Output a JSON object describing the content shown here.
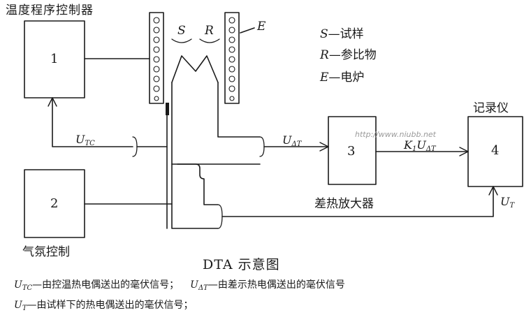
{
  "labels": {
    "temp_controller": "温度程序控制器",
    "gas_control": "气氛控制",
    "diff_amp": "差热放大器",
    "recorder": "记录仪",
    "title": "DTA 示意图"
  },
  "blocks": {
    "b1": "1",
    "b2": "2",
    "b3": "3",
    "b4": "4"
  },
  "furnace": {
    "sample_tag": "S",
    "reference_tag": "R",
    "furnace_tag": "E"
  },
  "legend": [
    {
      "symbol": "S",
      "text": "—试样"
    },
    {
      "symbol": "R",
      "text": "—参比物"
    },
    {
      "symbol": "E",
      "text": "—电炉"
    }
  ],
  "signals": {
    "u_tc": {
      "main": "U",
      "sub": "TC"
    },
    "u_dt": {
      "main": "U",
      "sub": "ΔT"
    },
    "k_u_dt": {
      "pre": "K",
      "pre_sub": "1",
      "main": "U",
      "sub": "ΔT"
    },
    "u_t": {
      "main": "U",
      "sub": "T"
    }
  },
  "notes": {
    "line1_a_main": "U",
    "line1_a_sub": "TC",
    "line1_a_text": "—由控温热电偶送出的毫伏信号；",
    "line1_b_main": "U",
    "line1_b_sub": "ΔT",
    "line1_b_text": "—由差示热电偶送出的毫伏信号",
    "line2_main": "U",
    "line2_sub": "T",
    "line2_text": "—由试样下的热电偶送出的毫伏信号；"
  },
  "watermark": "http://www.niubb.net"
}
